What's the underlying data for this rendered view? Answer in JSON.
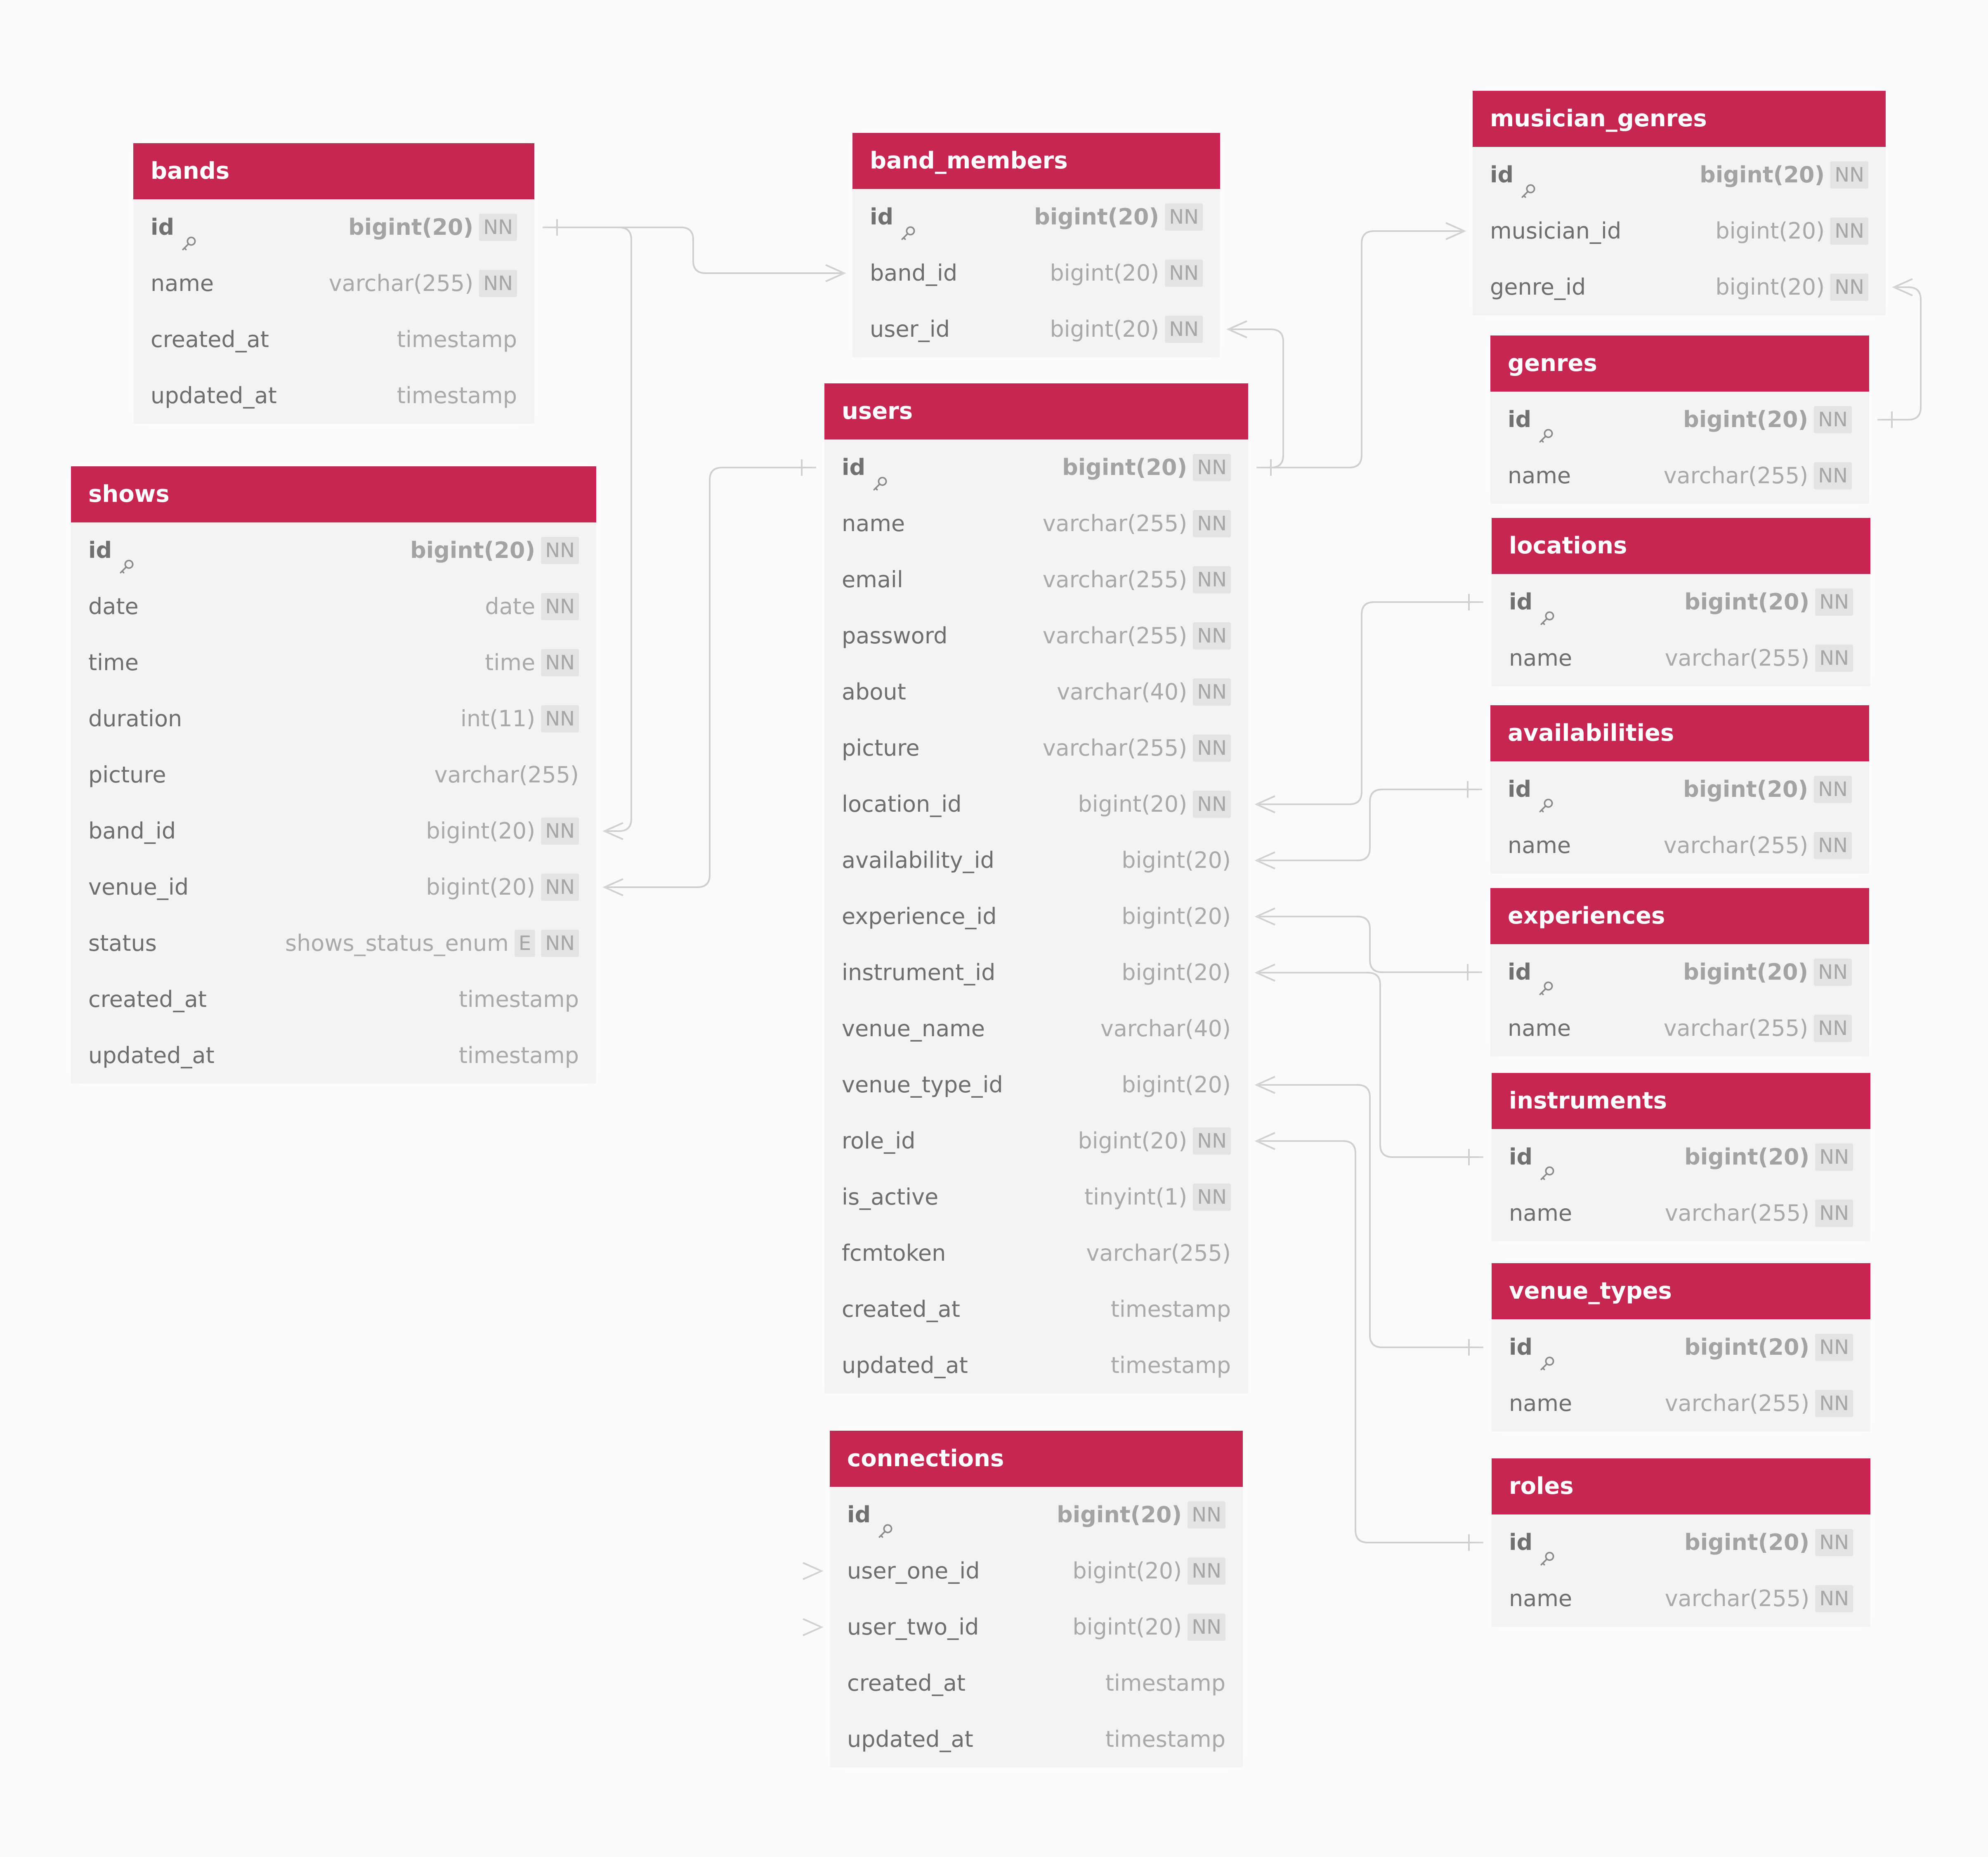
{
  "diagram": {
    "tables": [
      {
        "id": "bands",
        "title": "bands",
        "columns": [
          {
            "name": "id",
            "type": "bigint(20)",
            "pk": true,
            "tags": [
              "NN"
            ]
          },
          {
            "name": "name",
            "type": "varchar(255)",
            "tags": [
              "NN"
            ]
          },
          {
            "name": "created_at",
            "type": "timestamp",
            "tags": []
          },
          {
            "name": "updated_at",
            "type": "timestamp",
            "tags": []
          }
        ]
      },
      {
        "id": "shows",
        "title": "shows",
        "columns": [
          {
            "name": "id",
            "type": "bigint(20)",
            "pk": true,
            "tags": [
              "NN"
            ]
          },
          {
            "name": "date",
            "type": "date",
            "tags": [
              "NN"
            ]
          },
          {
            "name": "time",
            "type": "time",
            "tags": [
              "NN"
            ]
          },
          {
            "name": "duration",
            "type": "int(11)",
            "tags": [
              "NN"
            ]
          },
          {
            "name": "picture",
            "type": "varchar(255)",
            "tags": []
          },
          {
            "name": "band_id",
            "type": "bigint(20)",
            "tags": [
              "NN"
            ]
          },
          {
            "name": "venue_id",
            "type": "bigint(20)",
            "tags": [
              "NN"
            ]
          },
          {
            "name": "status",
            "type": "shows_status_enum",
            "tags": [
              "E",
              "NN"
            ]
          },
          {
            "name": "created_at",
            "type": "timestamp",
            "tags": []
          },
          {
            "name": "updated_at",
            "type": "timestamp",
            "tags": []
          }
        ]
      },
      {
        "id": "band_members",
        "title": "band_members",
        "columns": [
          {
            "name": "id",
            "type": "bigint(20)",
            "pk": true,
            "tags": [
              "NN"
            ]
          },
          {
            "name": "band_id",
            "type": "bigint(20)",
            "tags": [
              "NN"
            ]
          },
          {
            "name": "user_id",
            "type": "bigint(20)",
            "tags": [
              "NN"
            ]
          }
        ]
      },
      {
        "id": "users",
        "title": "users",
        "columns": [
          {
            "name": "id",
            "type": "bigint(20)",
            "pk": true,
            "tags": [
              "NN"
            ]
          },
          {
            "name": "name",
            "type": "varchar(255)",
            "tags": [
              "NN"
            ]
          },
          {
            "name": "email",
            "type": "varchar(255)",
            "tags": [
              "NN"
            ]
          },
          {
            "name": "password",
            "type": "varchar(255)",
            "tags": [
              "NN"
            ]
          },
          {
            "name": "about",
            "type": "varchar(40)",
            "tags": [
              "NN"
            ]
          },
          {
            "name": "picture",
            "type": "varchar(255)",
            "tags": [
              "NN"
            ]
          },
          {
            "name": "location_id",
            "type": "bigint(20)",
            "tags": [
              "NN"
            ]
          },
          {
            "name": "availability_id",
            "type": "bigint(20)",
            "tags": []
          },
          {
            "name": "experience_id",
            "type": "bigint(20)",
            "tags": []
          },
          {
            "name": "instrument_id",
            "type": "bigint(20)",
            "tags": []
          },
          {
            "name": "venue_name",
            "type": "varchar(40)",
            "tags": []
          },
          {
            "name": "venue_type_id",
            "type": "bigint(20)",
            "tags": []
          },
          {
            "name": "role_id",
            "type": "bigint(20)",
            "tags": [
              "NN"
            ]
          },
          {
            "name": "is_active",
            "type": "tinyint(1)",
            "tags": [
              "NN"
            ]
          },
          {
            "name": "fcmtoken",
            "type": "varchar(255)",
            "tags": []
          },
          {
            "name": "created_at",
            "type": "timestamp",
            "tags": []
          },
          {
            "name": "updated_at",
            "type": "timestamp",
            "tags": []
          }
        ]
      },
      {
        "id": "connections",
        "title": "connections",
        "columns": [
          {
            "name": "id",
            "type": "bigint(20)",
            "pk": true,
            "tags": [
              "NN"
            ]
          },
          {
            "name": "user_one_id",
            "type": "bigint(20)",
            "tags": [
              "NN"
            ]
          },
          {
            "name": "user_two_id",
            "type": "bigint(20)",
            "tags": [
              "NN"
            ]
          },
          {
            "name": "created_at",
            "type": "timestamp",
            "tags": []
          },
          {
            "name": "updated_at",
            "type": "timestamp",
            "tags": []
          }
        ]
      },
      {
        "id": "musician_genres",
        "title": "musician_genres",
        "columns": [
          {
            "name": "id",
            "type": "bigint(20)",
            "pk": true,
            "tags": [
              "NN"
            ]
          },
          {
            "name": "musician_id",
            "type": "bigint(20)",
            "tags": [
              "NN"
            ]
          },
          {
            "name": "genre_id",
            "type": "bigint(20)",
            "tags": [
              "NN"
            ]
          }
        ]
      },
      {
        "id": "genres",
        "title": "genres",
        "columns": [
          {
            "name": "id",
            "type": "bigint(20)",
            "pk": true,
            "tags": [
              "NN"
            ]
          },
          {
            "name": "name",
            "type": "varchar(255)",
            "tags": [
              "NN"
            ]
          }
        ]
      },
      {
        "id": "locations",
        "title": "locations",
        "columns": [
          {
            "name": "id",
            "type": "bigint(20)",
            "pk": true,
            "tags": [
              "NN"
            ]
          },
          {
            "name": "name",
            "type": "varchar(255)",
            "tags": [
              "NN"
            ]
          }
        ]
      },
      {
        "id": "availabilities",
        "title": "availabilities",
        "columns": [
          {
            "name": "id",
            "type": "bigint(20)",
            "pk": true,
            "tags": [
              "NN"
            ]
          },
          {
            "name": "name",
            "type": "varchar(255)",
            "tags": [
              "NN"
            ]
          }
        ]
      },
      {
        "id": "experiences",
        "title": "experiences",
        "columns": [
          {
            "name": "id",
            "type": "bigint(20)",
            "pk": true,
            "tags": [
              "NN"
            ]
          },
          {
            "name": "name",
            "type": "varchar(255)",
            "tags": [
              "NN"
            ]
          }
        ]
      },
      {
        "id": "instruments",
        "title": "instruments",
        "columns": [
          {
            "name": "id",
            "type": "bigint(20)",
            "pk": true,
            "tags": [
              "NN"
            ]
          },
          {
            "name": "name",
            "type": "varchar(255)",
            "tags": [
              "NN"
            ]
          }
        ]
      },
      {
        "id": "venue_types",
        "title": "venue_types",
        "columns": [
          {
            "name": "id",
            "type": "bigint(20)",
            "pk": true,
            "tags": [
              "NN"
            ]
          },
          {
            "name": "name",
            "type": "varchar(255)",
            "tags": [
              "NN"
            ]
          }
        ]
      },
      {
        "id": "roles",
        "title": "roles",
        "columns": [
          {
            "name": "id",
            "type": "bigint(20)",
            "pk": true,
            "tags": [
              "NN"
            ]
          },
          {
            "name": "name",
            "type": "varchar(255)",
            "tags": [
              "NN"
            ]
          }
        ]
      }
    ],
    "relationships": [
      {
        "from": "shows.band_id",
        "to": "bands.id"
      },
      {
        "from": "band_members.band_id",
        "to": "bands.id"
      },
      {
        "from": "band_members.user_id",
        "to": "users.id"
      },
      {
        "from": "shows.venue_id",
        "to": "users.id"
      },
      {
        "from": "musician_genres.musician_id",
        "to": "users.id"
      },
      {
        "from": "musician_genres.genre_id",
        "to": "genres.id"
      },
      {
        "from": "users.location_id",
        "to": "locations.id"
      },
      {
        "from": "users.availability_id",
        "to": "availabilities.id"
      },
      {
        "from": "users.experience_id",
        "to": "experiences.id"
      },
      {
        "from": "users.instrument_id",
        "to": "instruments.id"
      },
      {
        "from": "users.venue_type_id",
        "to": "venue_types.id"
      },
      {
        "from": "users.role_id",
        "to": "roles.id"
      },
      {
        "from": "connections.user_one_id",
        "to": "users.id"
      },
      {
        "from": "connections.user_two_id",
        "to": "users.id"
      }
    ],
    "colors": {
      "header": "#c62652",
      "body": "#f3f3f3",
      "line": "#cfcfcf"
    }
  }
}
